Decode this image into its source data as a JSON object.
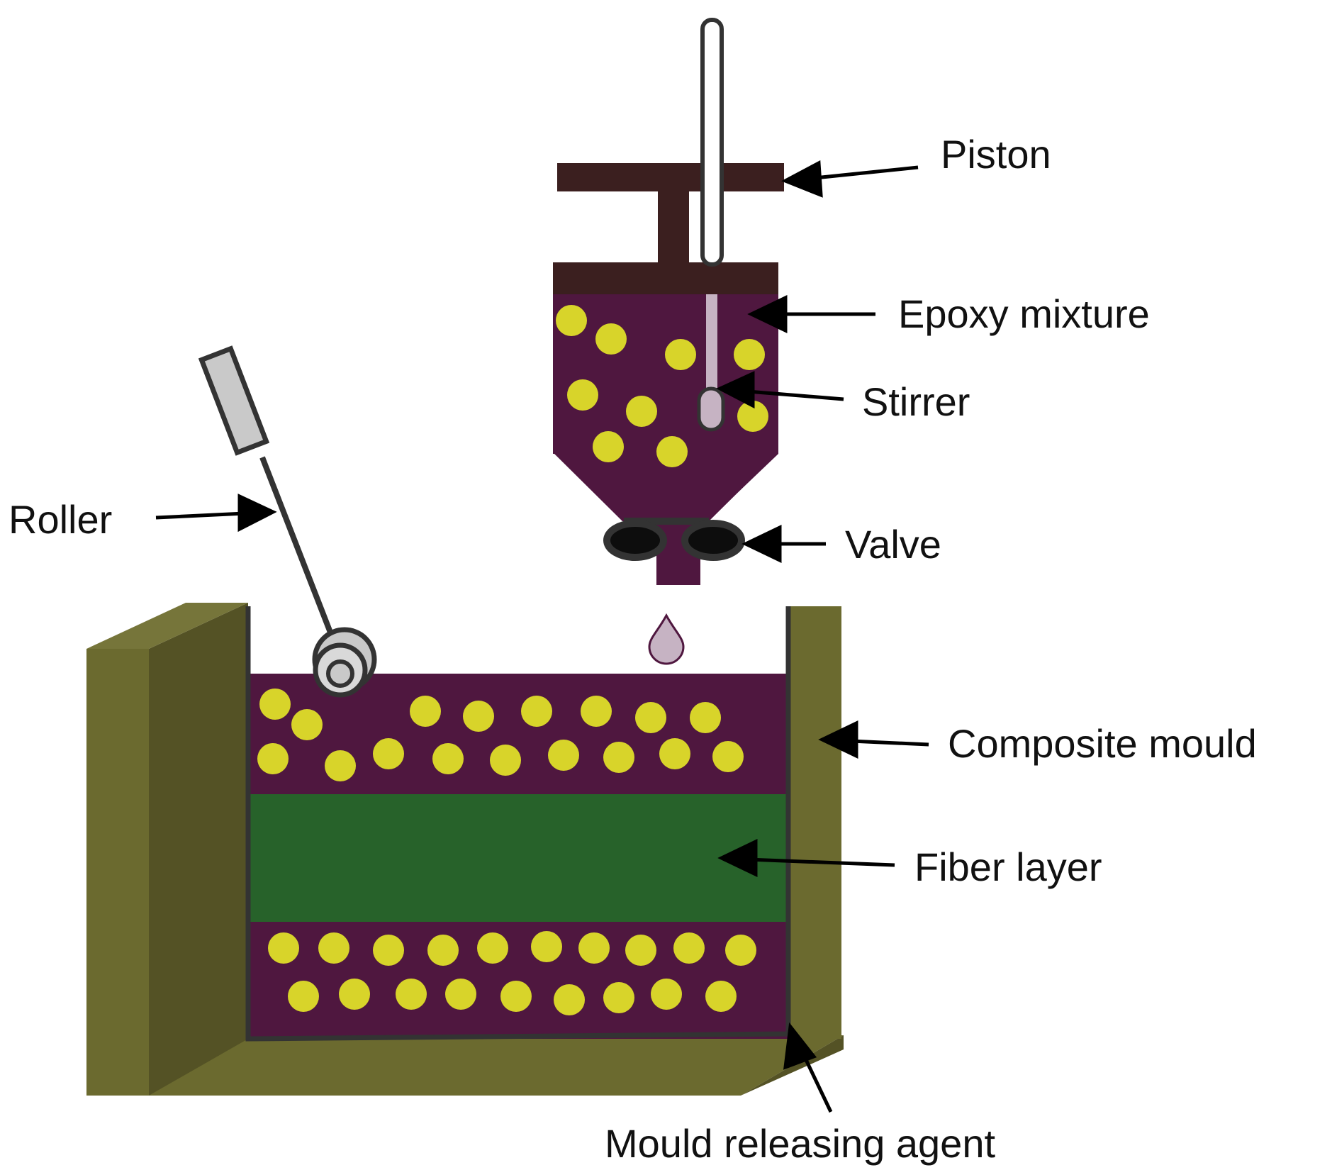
{
  "labels": {
    "piston": "Piston",
    "epoxy_mixture": "Epoxy mixture",
    "stirrer": "Stirrer",
    "roller": "Roller",
    "valve": "Valve",
    "composite_mould": "Composite mould",
    "fiber_layer": "Fiber layer",
    "mould_releasing_agent": "Mould releasing agent"
  },
  "colors": {
    "piston": "#3b1f1f",
    "epoxy": "#4f173f",
    "particle": "#d8d42a",
    "fiber": "#27622a",
    "mould": "#6b6a2f",
    "mould_dark": "#545225",
    "stirrer": "#c6b3c3",
    "valve": "#0d0d0d",
    "roller_handle": "#c9c9c9",
    "outline": "#333333",
    "arrow": "#000000"
  },
  "icons": {
    "valve": "valve-icon",
    "droplet": "droplet-icon",
    "roller": "roller-icon"
  }
}
